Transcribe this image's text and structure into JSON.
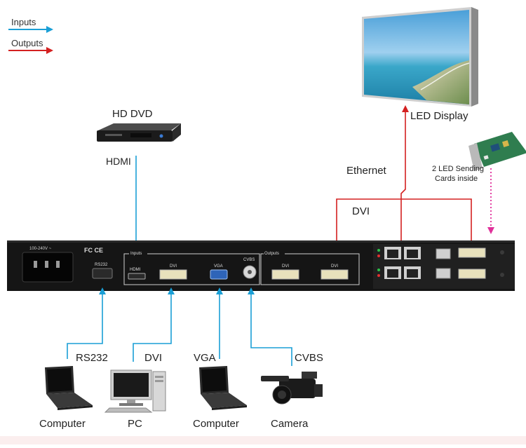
{
  "legend": {
    "inputs_label": "Inputs",
    "outputs_label": "Outputs",
    "inputs_color": "#1a9fd6",
    "outputs_color": "#d42020"
  },
  "device": {
    "power_label": "100-240V ~",
    "cert_label": "FC CE",
    "rs232_label": "RS232",
    "inputs_group_label": "Inputs",
    "outputs_group_label": "Outputs",
    "hdmi_port_label": "HDMI",
    "dvi_in_port_label": "DVI",
    "vga_port_label": "VGA",
    "cvbs_port_label": "CVBS",
    "dvi_out1_label": "DVI",
    "dvi_out2_label": "DVI"
  },
  "sources": {
    "hd_dvd": {
      "title": "HD DVD",
      "connection": "HDMI"
    },
    "computer1": {
      "name": "Computer",
      "connection": "RS232"
    },
    "pc": {
      "name": "PC",
      "connection": "DVI"
    },
    "computer2": {
      "name": "Computer",
      "connection": "VGA"
    },
    "camera": {
      "name": "Camera",
      "connection": "CVBS"
    }
  },
  "outputs": {
    "led_display": "LED Display",
    "ethernet": "Ethernet",
    "dvi": "DVI",
    "sending_cards_line1": "2 LED Sending",
    "sending_cards_line2": "Cards inside"
  },
  "colors": {
    "device": "#151515",
    "sending_link": "#e0309a"
  }
}
